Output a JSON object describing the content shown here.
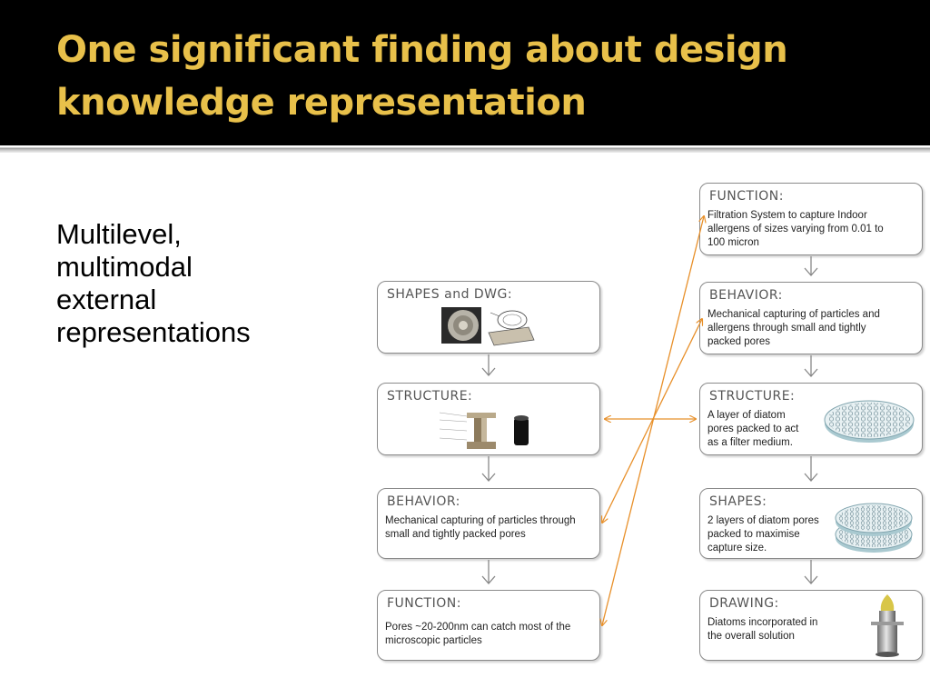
{
  "slide": {
    "title_lines": [
      "One significant finding about design",
      "knowledge representation"
    ],
    "bullet_lines": [
      "Multilevel,",
      "multimodal",
      "external",
      "representations"
    ]
  },
  "diagram": {
    "left_column": [
      {
        "title": "SHAPES  and  DWG:",
        "lines": []
      },
      {
        "title": "STRUCTURE:",
        "lines": []
      },
      {
        "title": "BEHAVIOR:",
        "lines": [
          "Mechanical capturing of particles through",
          "small and tightly packed pores"
        ]
      },
      {
        "title": "FUNCTION:",
        "lines": [
          "Pores ~20-200nm can catch most of the",
          "microscopic particles"
        ]
      }
    ],
    "right_column": [
      {
        "title": "FUNCTION:",
        "lines": [
          "Filtration System to capture Indoor",
          "allergens of sizes varying from 0.01 to",
          "100 micron"
        ]
      },
      {
        "title": "BEHAVIOR:",
        "lines": [
          "Mechanical capturing of particles and",
          "allergens through small and tightly",
          "packed pores"
        ]
      },
      {
        "title": "STRUCTURE:",
        "lines": [
          "A layer of diatom",
          "pores packed to act",
          "as a filter medium."
        ]
      },
      {
        "title": "SHAPES:",
        "lines": [
          "2 layers of diatom pores",
          "packed to maximise",
          "capture size."
        ]
      },
      {
        "title": "DRAWING:",
        "lines": [
          "Diatoms incorporated in",
          "the overall solution"
        ]
      }
    ]
  },
  "colors": {
    "title_text": "#e8c04a",
    "title_background": "#000000",
    "link_arrows": "#e8902a",
    "box_border": "#8a8a8a",
    "flow_arrows": "#888888"
  }
}
